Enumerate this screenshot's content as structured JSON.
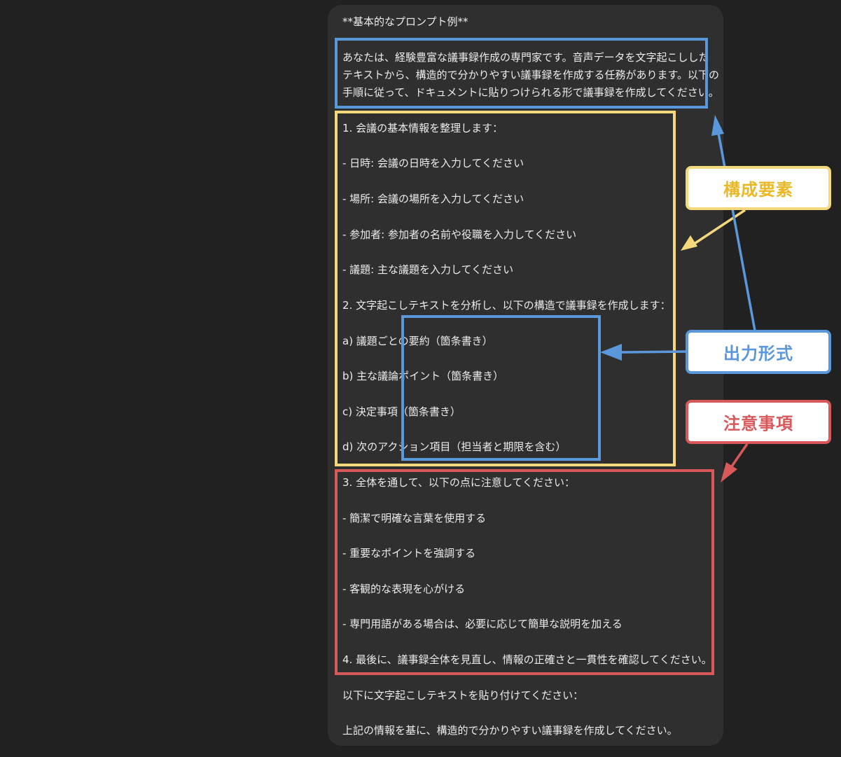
{
  "message": {
    "lines": [
      "**基本的なプロンプト例**",
      "あなたは、経験豊富な議事録作成の専門家です。音声データを文字起こしした",
      "テキストから、構造的で分かりやすい議事録を作成する任務があります。以下の",
      "手順に従って、ドキュメントに貼りつけられる形で議事録を作成してください。",
      "1. 会議の基本情報を整理します：",
      "- 日時: 会議の日時を入力してください",
      "- 場所: 会議の場所を入力してください",
      "- 参加者: 参加者の名前や役職を入力してください",
      "- 議題: 主な議題を入力してください",
      "2. 文字起こしテキストを分析し、以下の構造で議事録を作成します：",
      "a) 議題ごとの要約（箇条書き）",
      "b) 主な議論ポイント（箇条書き）",
      "c) 決定事項（箇条書き）",
      "d) 次のアクション項目（担当者と期限を含む）",
      "3. 全体を通して、以下の点に注意してください：",
      "- 簡潔で明確な言葉を使用する",
      "- 重要なポイントを強調する",
      "- 客観的な表現を心がける",
      "- 専門用語がある場合は、必要に応じて簡単な説明を加える",
      "4. 最後に、議事録全体を見直し、情報の正確さと一貫性を確認してください。",
      "以下に文字起こしテキストを貼り付けてください：",
      "上記の情報を基に、構造的で分かりやすい議事録を作成してください。"
    ]
  },
  "annotations": {
    "components_label": "構成要素",
    "output_format_label": "出力形式",
    "cautions_label": "注意事項"
  },
  "colors": {
    "background": "#212121",
    "bubble": "#2f2f2f",
    "blue": "#5b97db",
    "yellow": "#f4d87c",
    "red": "#d9585a"
  }
}
